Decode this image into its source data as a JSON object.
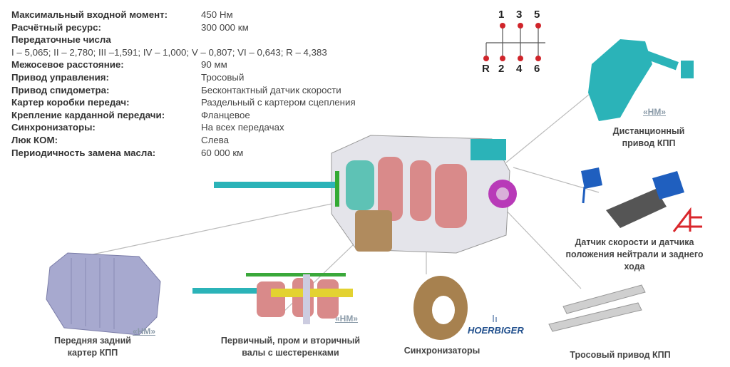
{
  "specs": {
    "rows_top": [
      {
        "key": "Максимальный входной момент:",
        "value": "450 Нм"
      },
      {
        "key": "Расчётный ресурс:",
        "value": "300 000 км"
      }
    ],
    "ratios_title": "Передаточные числа",
    "ratios": "I – 5,065; II – 2,780; III –1,591; IV – 1,000; V – 0,807; VI – 0,643; R – 4,383",
    "rows_bottom": [
      {
        "key": "Межосевое расстояние:",
        "value": "90 мм"
      },
      {
        "key": "Привод управления:",
        "value": "Тросовый"
      },
      {
        "key": "Привод спидометра:",
        "value": "Бесконтактный датчик скорости"
      },
      {
        "key": "Картер коробки передач:",
        "value": "Раздельный с картером сцепления"
      },
      {
        "key": "Крепление карданной передачи:",
        "value": "Фланцевое"
      },
      {
        "key": "Синхронизаторы:",
        "value": "На всех передачах"
      },
      {
        "key": "Люк КОМ:",
        "value": "Слева"
      },
      {
        "key": "Периодичность замена масла:",
        "value": "60 000 км"
      }
    ]
  },
  "shift_pattern": {
    "top": [
      "1",
      "3",
      "5"
    ],
    "bottom": [
      "R",
      "2",
      "4",
      "6"
    ]
  },
  "labels": {
    "remote_drive": "Дистанционный привод КПП",
    "sensors": "Датчик скорости и датчика положения нейтрали и заднего хода",
    "housing": "Передняя задний картер КПП",
    "shafts": "Первичный, пром и вторичный валы с шестеренками",
    "synchronizers": "Синхронизаторы",
    "cable_drive": "Тросовый привод КПП"
  },
  "hm_mark": "«НМ»",
  "hoerbiger": "HOERBIGER",
  "colors": {
    "cyan": "#2bb3b8",
    "pink": "#d98a8a",
    "lavender": "#a7a9cf",
    "bronze": "#a7814f",
    "red_dot": "#d0242a",
    "logo_red": "#d9262b"
  }
}
